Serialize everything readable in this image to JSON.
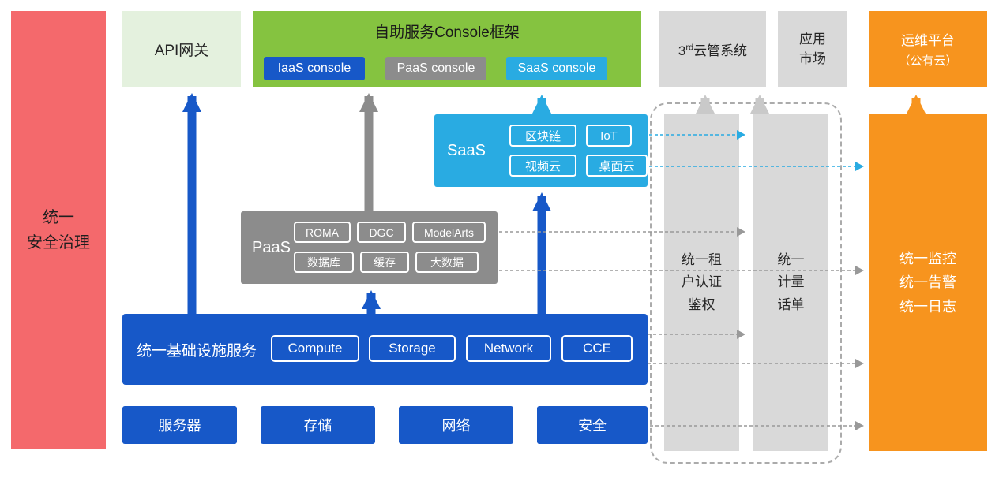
{
  "colors": {
    "red": "#F4696C",
    "pale_green": "#E4F1DE",
    "green": "#85C340",
    "blue": "#1758C8",
    "gray": "#8C8C8C",
    "light_gray": "#D9D9D9",
    "cyan": "#29ABE2",
    "orange": "#F7941E"
  },
  "security_bar": {
    "label": "统一\n安全治理"
  },
  "api_gateway": {
    "label": "API网关"
  },
  "console": {
    "title": "自助服务Console框架",
    "chips": [
      {
        "label": "IaaS console"
      },
      {
        "label": "PaaS console"
      },
      {
        "label": "SaaS console"
      }
    ]
  },
  "third_party": {
    "prefix": "3",
    "sup": "rd",
    "suffix": "云管系统"
  },
  "app_market": {
    "label": "应用\n市场"
  },
  "ops_platform": {
    "line1": "运维平台",
    "line2": "（公有云）"
  },
  "saas": {
    "label": "SaaS",
    "items": [
      {
        "label": "区块链"
      },
      {
        "label": "IoT"
      },
      {
        "label": "视频云"
      },
      {
        "label": "桌面云"
      }
    ]
  },
  "paas": {
    "label": "PaaS",
    "items": [
      {
        "label": "ROMA"
      },
      {
        "label": "DGC"
      },
      {
        "label": "ModelArts"
      },
      {
        "label": "数据库"
      },
      {
        "label": "缓存"
      },
      {
        "label": "大数据"
      }
    ]
  },
  "infrastructure": {
    "label": "统一基础设施服务",
    "items": [
      {
        "label": "Compute"
      },
      {
        "label": "Storage"
      },
      {
        "label": "Network"
      },
      {
        "label": "CCE"
      }
    ]
  },
  "bottom_row": {
    "items": [
      {
        "label": "服务器"
      },
      {
        "label": "存储"
      },
      {
        "label": "网络"
      },
      {
        "label": "安全"
      }
    ]
  },
  "auth_bar": {
    "label": "统一租\n户认证\n鉴权"
  },
  "metering_bar": {
    "label": "统一\n计量\n话单"
  },
  "monitoring_bar": {
    "label": "统一监控\n统一告警\n统一日志"
  }
}
